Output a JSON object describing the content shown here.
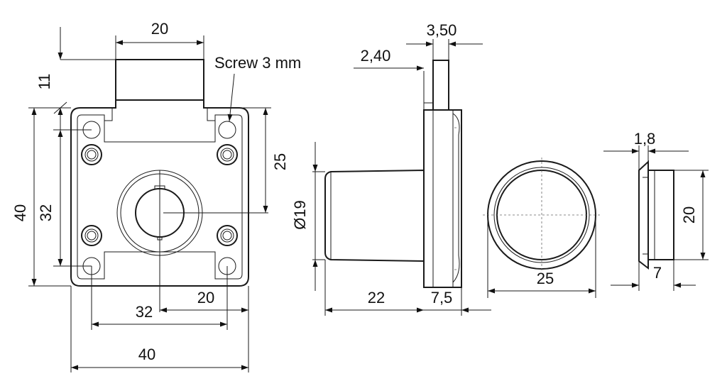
{
  "dimensions": {
    "front_top_width": "20",
    "front_top_height": "11",
    "front_height": "40",
    "front_hole_spacing_v": "32",
    "front_upper_to_center": "25",
    "front_bottom_spacing": "32",
    "front_center_to_edge": "20",
    "front_width": "40",
    "side_bolt_thickness": "3,50",
    "side_bolt_offset": "2,40",
    "side_cylinder_dia": "Ø19",
    "side_cylinder_length": "22",
    "side_flange_thickness": "7,5",
    "rosette_dia": "25",
    "rosette_side_flange": "1,8",
    "rosette_side_height": "20",
    "rosette_side_depth": "7"
  },
  "notes": {
    "screw": "Screw 3 mm"
  }
}
